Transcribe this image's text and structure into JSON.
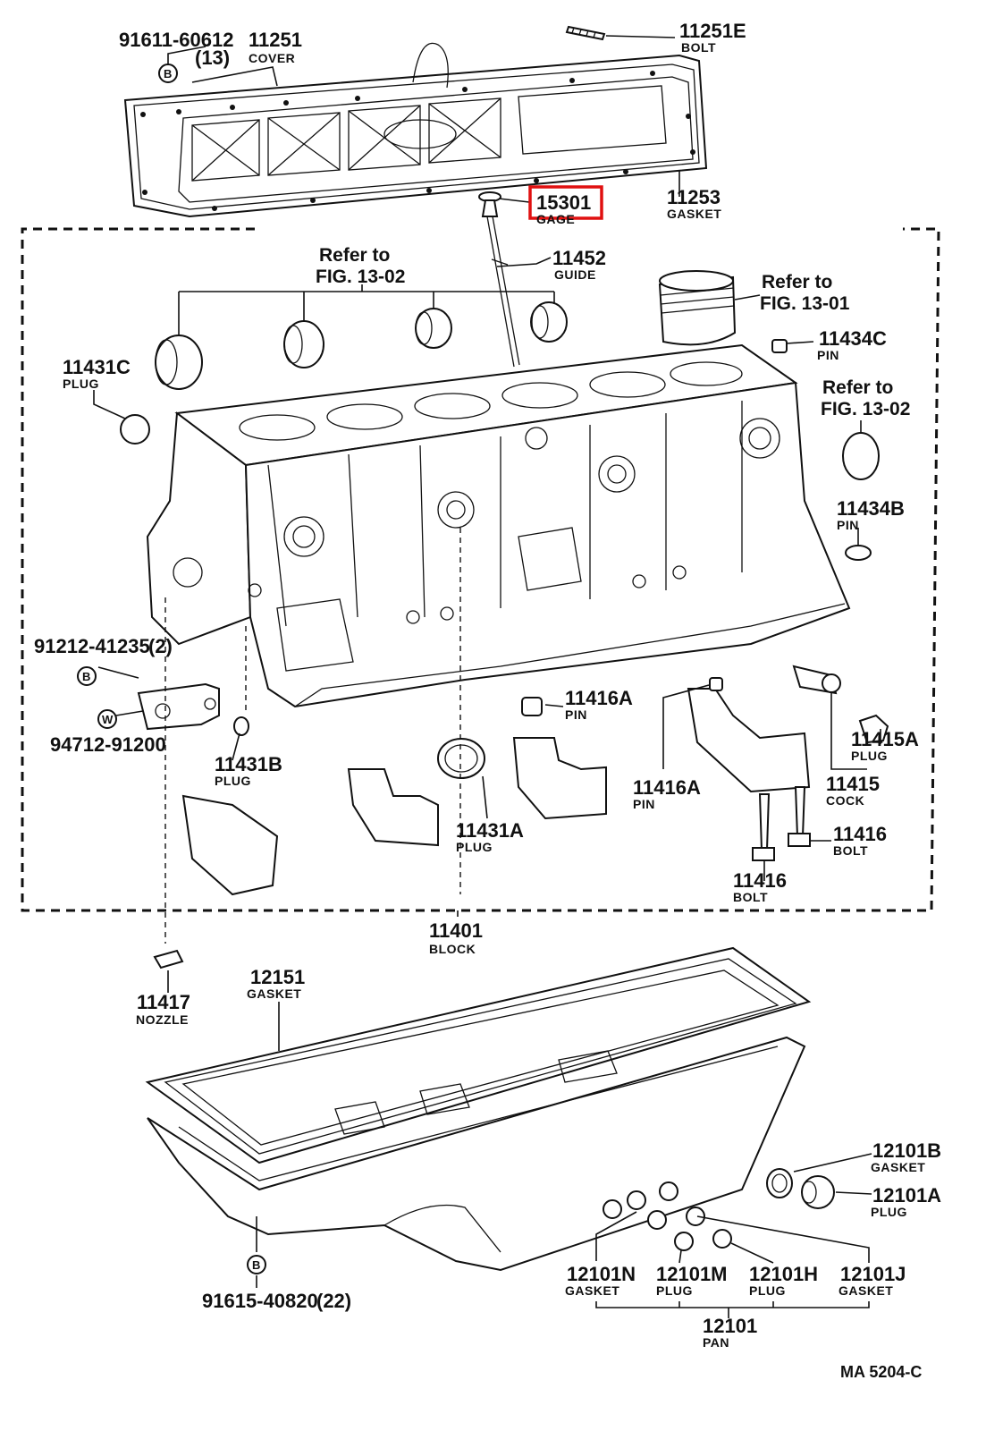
{
  "parts": {
    "p_91611": {
      "number": "91611-60612",
      "qty": "(13)"
    },
    "p_11251": {
      "number": "11251",
      "name": "COVER"
    },
    "p_11251E": {
      "number": "11251E",
      "name": "BOLT"
    },
    "p_11253": {
      "number": "11253",
      "name": "GASKET"
    },
    "p_15301": {
      "number": "15301",
      "name": "GAGE"
    },
    "p_11452": {
      "number": "11452",
      "name": "GUIDE"
    },
    "p_11431C": {
      "number": "11431C",
      "name": "PLUG"
    },
    "p_11434C": {
      "number": "11434C",
      "name": "PIN"
    },
    "p_11434B": {
      "number": "11434B",
      "name": "PIN"
    },
    "p_91212": {
      "number": "91212-41235",
      "qty": "(2)"
    },
    "p_94712": {
      "number": "94712-91200"
    },
    "p_11431B": {
      "number": "11431B",
      "name": "PLUG"
    },
    "p_11416A_1": {
      "number": "11416A",
      "name": "PIN"
    },
    "p_11416A_2": {
      "number": "11416A",
      "name": "PIN"
    },
    "p_11415A": {
      "number": "11415A",
      "name": "PLUG"
    },
    "p_11415": {
      "number": "11415",
      "name": "COCK"
    },
    "p_11431A": {
      "number": "11431A",
      "name": "PLUG"
    },
    "p_11416_1": {
      "number": "11416",
      "name": "BOLT"
    },
    "p_11416_2": {
      "number": "11416",
      "name": "BOLT"
    },
    "p_11401": {
      "number": "11401",
      "name": "BLOCK"
    },
    "p_11417": {
      "number": "11417",
      "name": "NOZZLE"
    },
    "p_12151": {
      "number": "12151",
      "name": "GASKET"
    },
    "p_12101B": {
      "number": "12101B",
      "name": "GASKET"
    },
    "p_12101A": {
      "number": "12101A",
      "name": "PLUG"
    },
    "p_12101N": {
      "number": "12101N",
      "name": "GASKET"
    },
    "p_12101M": {
      "number": "12101M",
      "name": "PLUG"
    },
    "p_12101H": {
      "number": "12101H",
      "name": "PLUG"
    },
    "p_12101J": {
      "number": "12101J",
      "name": "GASKET"
    },
    "p_12101": {
      "number": "12101",
      "name": "PAN"
    },
    "p_91615": {
      "number": "91615-40820",
      "qty": "(22)"
    }
  },
  "refs": {
    "ref_1302_top": {
      "line1": "Refer to",
      "line2": "FIG. 13-02"
    },
    "ref_1301": {
      "line1": "Refer to",
      "line2": "FIG. 13-01"
    },
    "ref_1302_right": {
      "line1": "Refer to",
      "line2": "FIG. 13-02"
    }
  },
  "symbols": {
    "bolt_circle": "B",
    "washer_circle": "W"
  },
  "highlight": {
    "part": "15301",
    "color": "#e01010"
  },
  "footer": {
    "code": "MA 5204-C"
  }
}
